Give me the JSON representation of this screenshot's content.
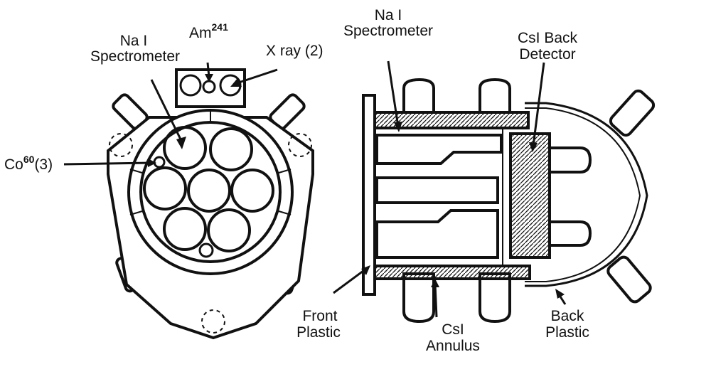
{
  "labels": {
    "nai_left": [
      "Na I",
      "Spectrometer"
    ],
    "am_base": "Am",
    "am_sup": "241",
    "xray": "X ray (2)",
    "co_base": "Co",
    "co_sup": "60",
    "co_rest": "(3)",
    "nai_right": [
      "Na I",
      "Spectrometer"
    ],
    "csi_back": [
      "CsI Back",
      "Detector"
    ],
    "front_plastic": [
      "Front",
      "Plastic"
    ],
    "csi_annulus": [
      "CsI",
      "Annulus"
    ],
    "back_plastic": [
      "Back",
      "Plastic"
    ]
  },
  "colors": {
    "ink": "#111111",
    "paper": "#ffffff"
  }
}
